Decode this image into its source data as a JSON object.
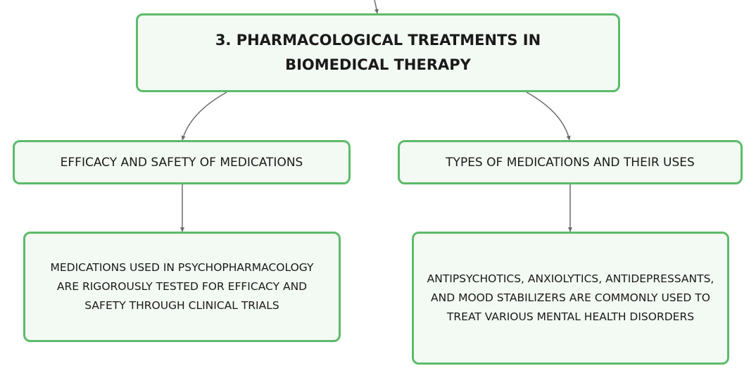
{
  "diagram": {
    "root": {
      "title": "3. PHARMACOLOGICAL TREATMENTS IN BIOMEDICAL THERAPY"
    },
    "branches": [
      {
        "label": "EFFICACY AND SAFETY OF MEDICATIONS",
        "detail": "MEDICATIONS USED IN PSYCHOPHARMACOLOGY ARE RIGOROUSLY TESTED FOR EFFICACY AND SAFETY THROUGH CLINICAL TRIALS"
      },
      {
        "label": "TYPES OF MEDICATIONS AND THEIR USES",
        "detail": "ANTIPSYCHOTICS, ANXIOLYTICS, ANTIDEPRESSANTS, AND MOOD STABILIZERS ARE COMMONLY USED TO TREAT VARIOUS MENTAL HEALTH DISORDERS"
      }
    ],
    "colors": {
      "node_border": "#5cbb6a",
      "node_fill": "#f3f9f3",
      "connector": "#6b6b6b",
      "text": "#1a1a1a"
    }
  }
}
